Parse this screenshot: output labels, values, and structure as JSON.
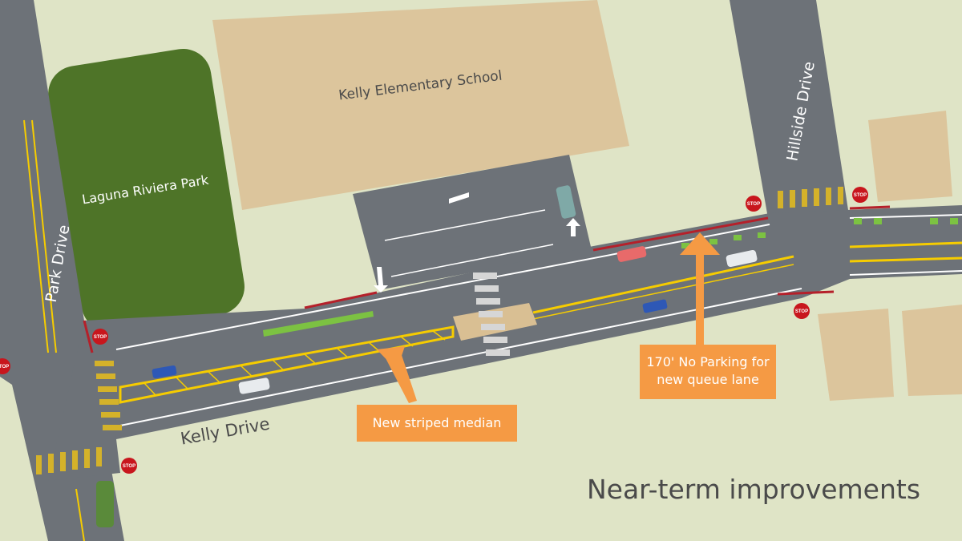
{
  "title": "Near-term improvements",
  "labels": {
    "school": "Kelly Elementary School",
    "park": "Laguna Riviera Park",
    "park_drive": "Park Drive",
    "hillside_drive": "Hillside Drive",
    "kelly_drive": "Kelly Drive"
  },
  "callouts": {
    "median": "New striped median",
    "no_parking_line1": "170' No Parking for",
    "no_parking_line2": "new queue lane"
  },
  "sign_text": "STOP",
  "colors": {
    "ground": "#dfe4c6",
    "road": "#6d7278",
    "school": "#dcc59c",
    "park": "#4e7428",
    "callout": "#f59a44",
    "median": "#f6cc00",
    "bike": "#7cc242",
    "no_parking": "#b5202a"
  }
}
